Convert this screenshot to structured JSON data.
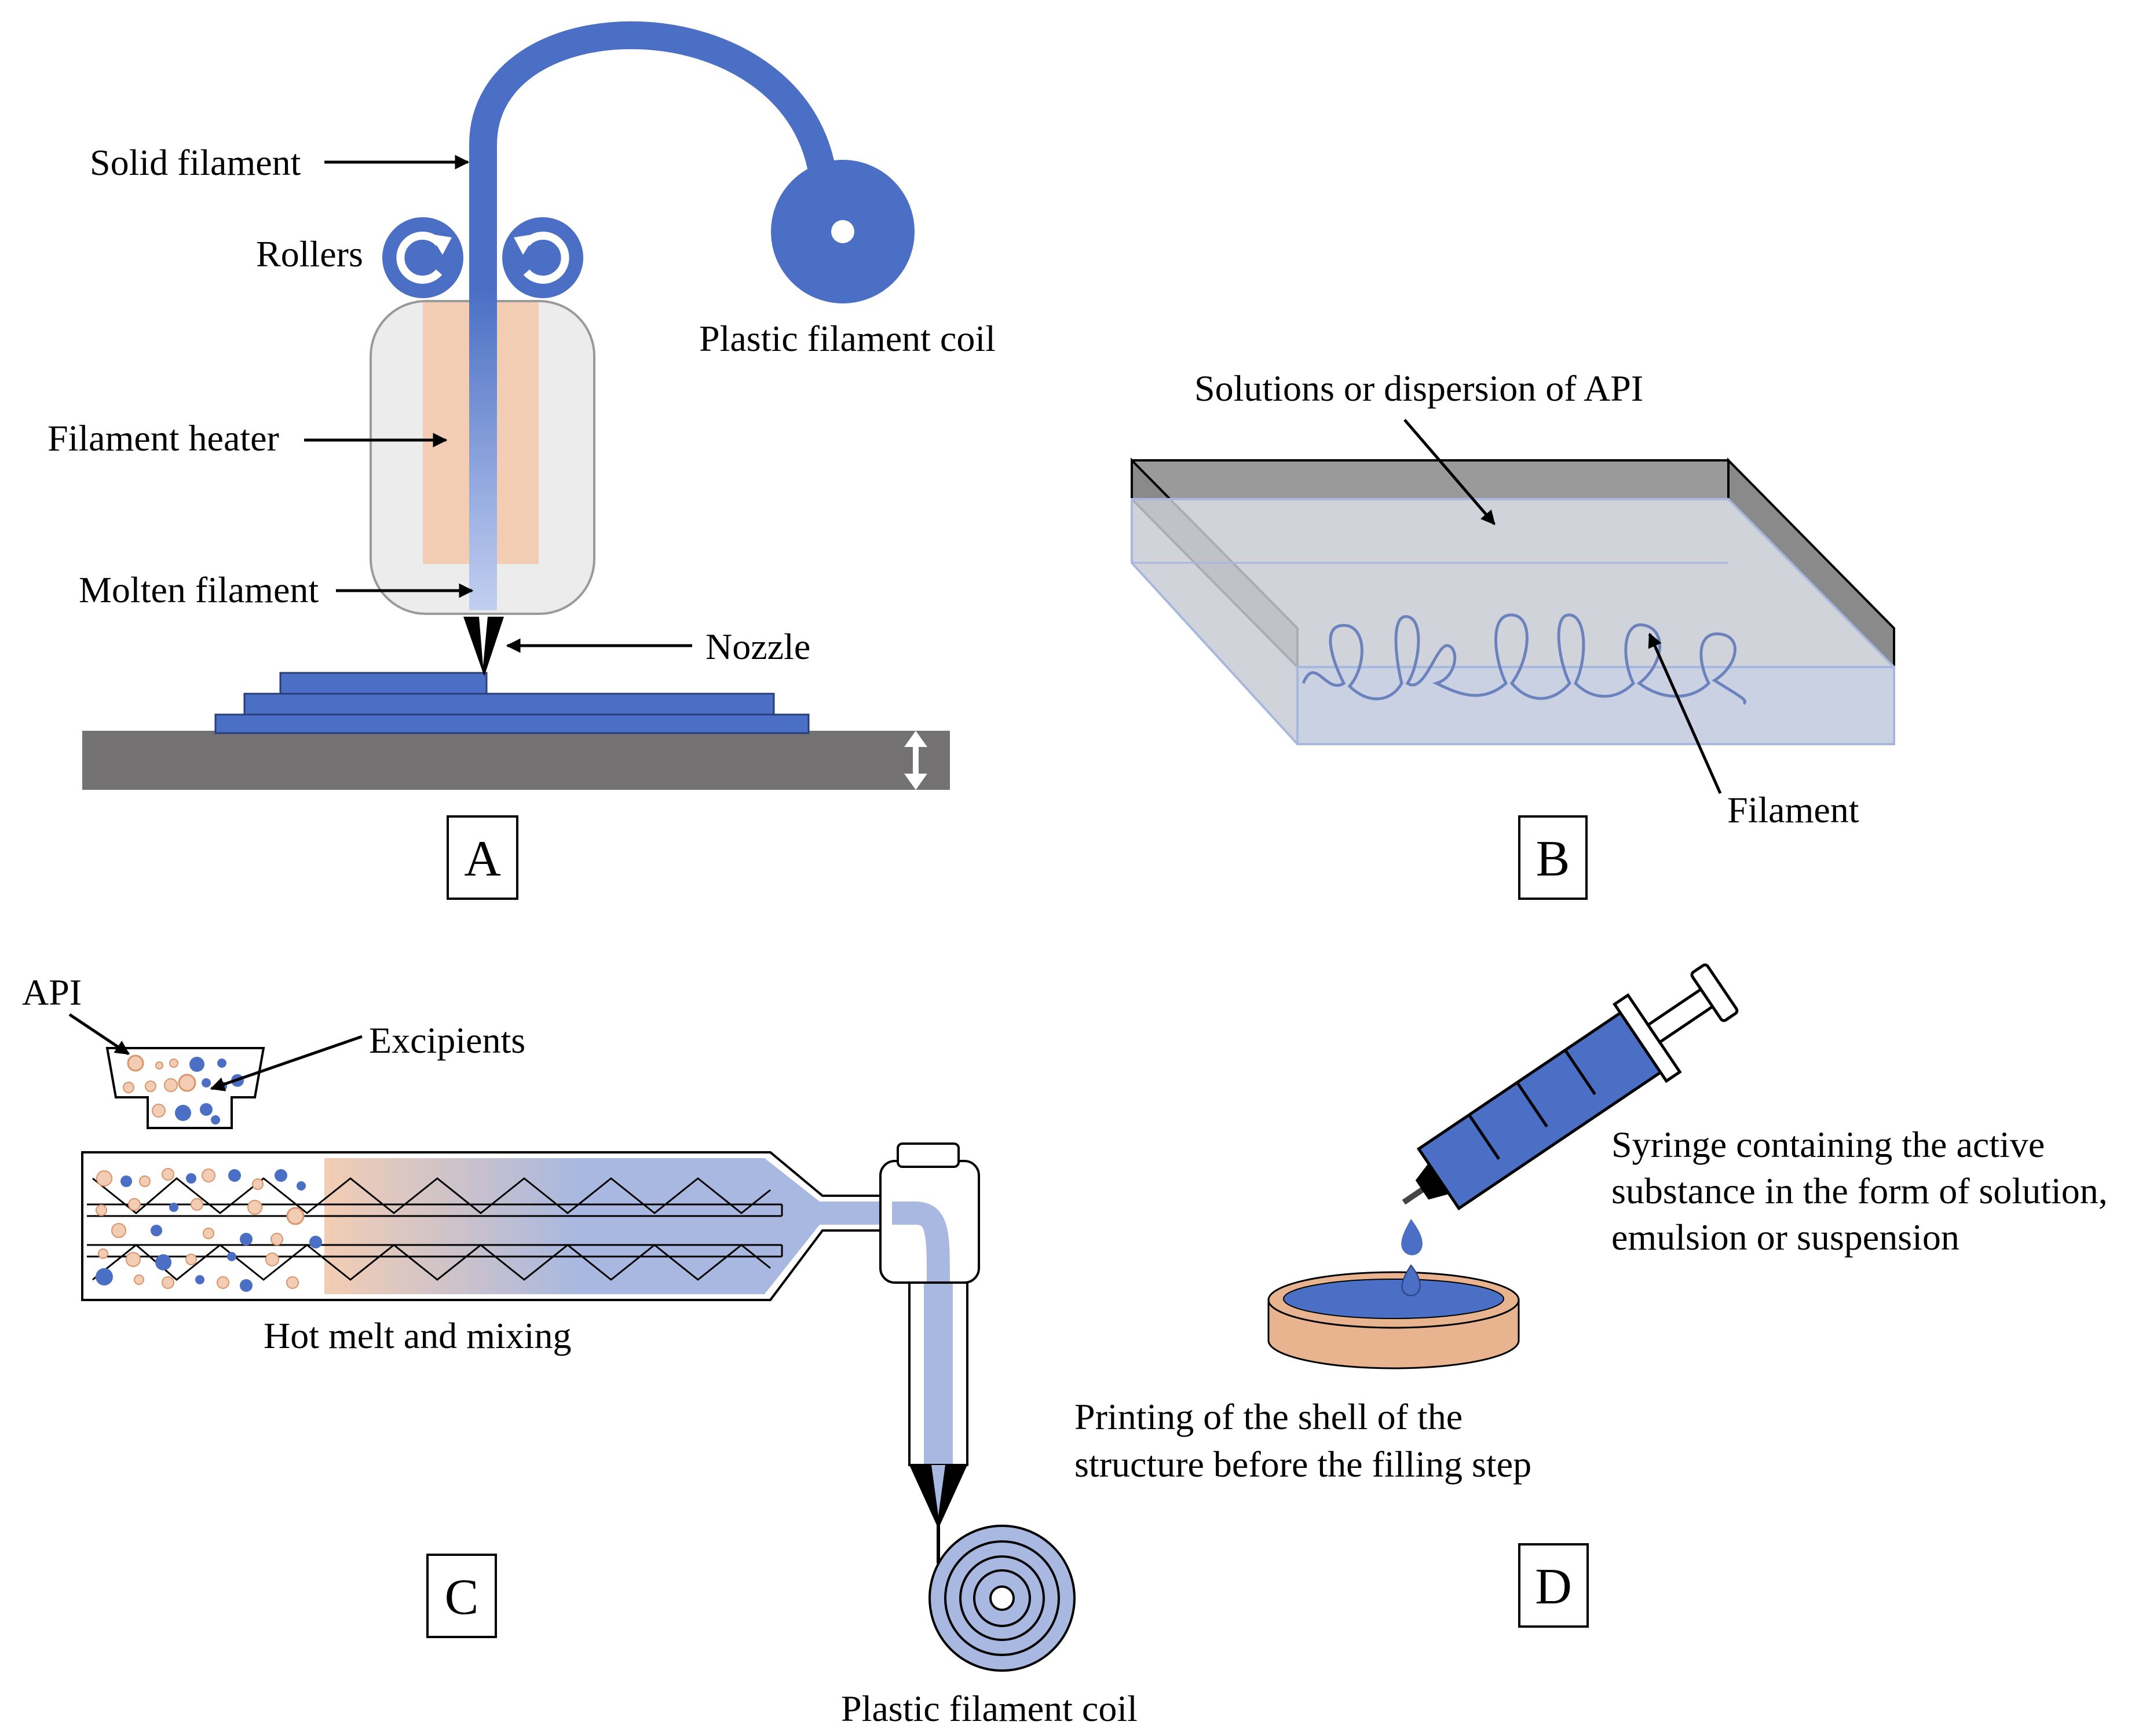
{
  "panel_a": {
    "letter": "A",
    "labels": {
      "solid_filament": "Solid filament",
      "rollers": "Rollers",
      "plastic_filament_coil": "Plastic filament coil",
      "filament_heater": "Filament heater",
      "molten_filament": "Molten filament",
      "nozzle": "Nozzle"
    }
  },
  "panel_b": {
    "letter": "B",
    "labels": {
      "solution": "Solutions or dispersion of API",
      "filament": "Filament"
    }
  },
  "panel_c": {
    "letter": "C",
    "labels": {
      "api": "API",
      "excipients": "Excipients",
      "hot_melt": "Hot melt and mixing",
      "plastic_filament_coil": "Plastic filament coil"
    }
  },
  "panel_d": {
    "letter": "D",
    "labels": {
      "syringe_line1": "Syringe containing the active",
      "syringe_line2": "substance in the form of solution,",
      "syringe_line3": "emulsion or suspension",
      "shell_line1": "Printing of the shell of the",
      "shell_line2": "structure before the filling step"
    }
  },
  "colors": {
    "filament_blue": "#4a6fc4",
    "light_blue": "#a8b8e0",
    "heater_peach": "#f3cdb3",
    "housing_gray": "#ececec",
    "bed_gray": "#737171",
    "tray_gray": "#9a9a9a",
    "dish_orange": "#e8b48f"
  }
}
